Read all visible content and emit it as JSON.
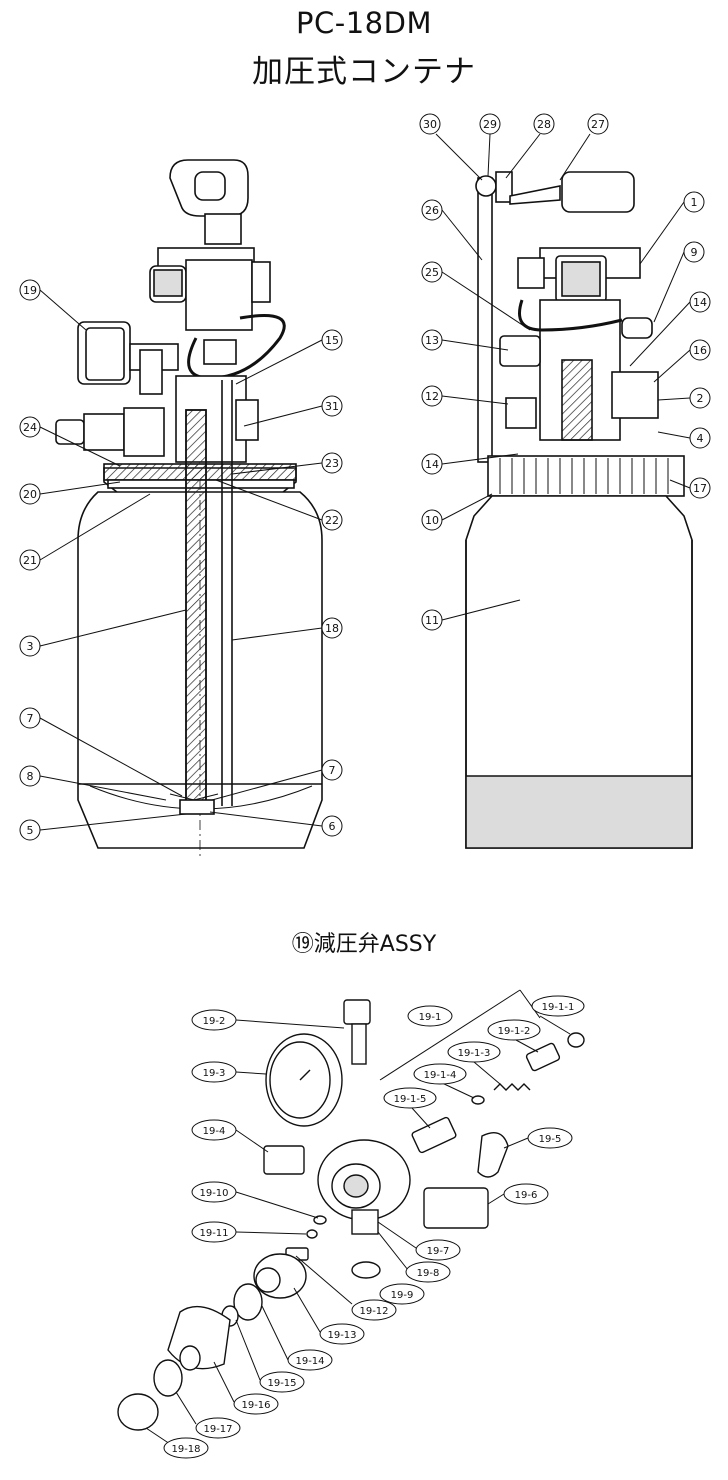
{
  "title": {
    "model": "PC-18DM",
    "name": "加圧式コンテナ",
    "subassembly": "⑲減圧弁ASSY"
  },
  "callouts_left": [
    "19",
    "24",
    "20",
    "21",
    "3",
    "7",
    "8",
    "5",
    "15",
    "31",
    "23",
    "22",
    "18",
    "7",
    "6"
  ],
  "callouts_right": [
    "30",
    "29",
    "28",
    "27",
    "26",
    "25",
    "13",
    "12",
    "14",
    "10",
    "11",
    "1",
    "9",
    "14",
    "16",
    "2",
    "4",
    "17"
  ],
  "exploded_labels": [
    "19-2",
    "19-3",
    "19-4",
    "19-10",
    "19-11",
    "19-1",
    "19-1-1",
    "19-1-2",
    "19-1-3",
    "19-1-4",
    "19-1-5",
    "19-5",
    "19-6",
    "19-7",
    "19-8",
    "19-9",
    "19-12",
    "19-13",
    "19-14",
    "19-15",
    "19-16",
    "19-17",
    "19-18"
  ],
  "colors": {
    "line": "#111111",
    "paper": "#ffffff",
    "shade": "#dcdcdc"
  }
}
